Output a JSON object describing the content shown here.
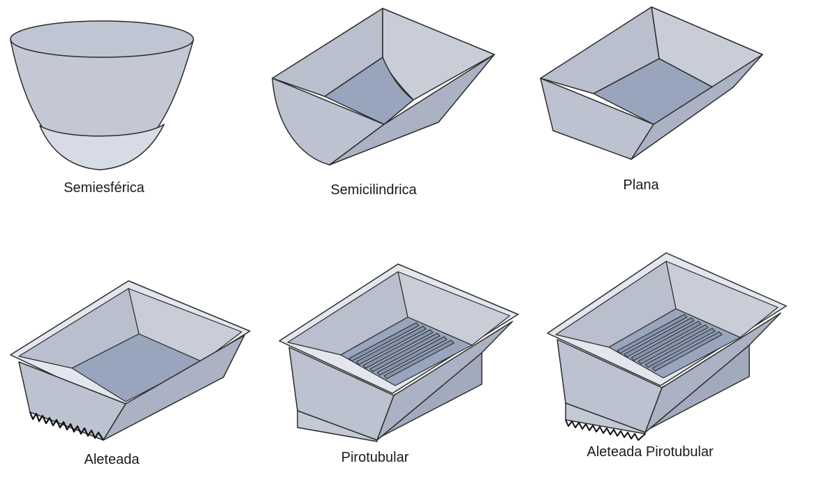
{
  "figures": [
    {
      "label": "Semiesférica"
    },
    {
      "label": "Semicilindrica"
    },
    {
      "label": "Plana"
    },
    {
      "label": "Aleteada"
    },
    {
      "label": "Pirotubular"
    },
    {
      "label": "Aleteada Pirotubular"
    }
  ],
  "colors": {
    "outline": "#2b2b2b",
    "face_light": "#c8ccd8",
    "face_mid": "#b7bdcc",
    "face_dark": "#a9b1c2",
    "floor": "#97a4bb",
    "rim": "#e3e6ee",
    "tube": "#8a98b3"
  }
}
